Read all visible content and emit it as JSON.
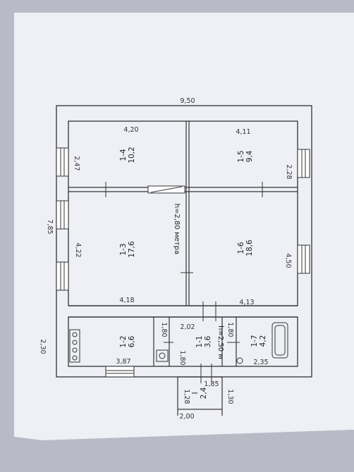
{
  "dimensions": {
    "overall_width": "9,50",
    "overall_depth": "7,85",
    "right_outer": "2,30",
    "w_top_left": "4,20",
    "w_top_right": "4,11",
    "d_top_left": "2,47",
    "d_top_right": "2,28",
    "w_mid_left": "4,18",
    "w_mid_right": "4,13",
    "d_mid_left": "4,22",
    "d_mid_right": "4,50",
    "w_kitchen": "3,87",
    "w_bath": "2,35",
    "hall_a": "2,02",
    "hall_b": "1,80",
    "hall_c": "1,80",
    "hall_d": "1,80",
    "porch_top": "1,85",
    "porch_left": "1,28",
    "porch_right": "1,30",
    "porch_bottom": "2,00"
  },
  "rooms": [
    {
      "id": "1-5",
      "area": "9,4"
    },
    {
      "id": "1-4",
      "area": "10,2"
    },
    {
      "id": "1-6",
      "area": "18,6"
    },
    {
      "id": "1-3",
      "area": "17,6"
    },
    {
      "id": "1-7",
      "area": "4,2"
    },
    {
      "id": "1-1",
      "area": "3,6"
    },
    {
      "id": "1-2",
      "area": "6,6"
    },
    {
      "id": "I",
      "area": "2,4"
    }
  ],
  "ceiling_main": "h=2,80 метра",
  "ceiling_annex": "h=2,50 м"
}
